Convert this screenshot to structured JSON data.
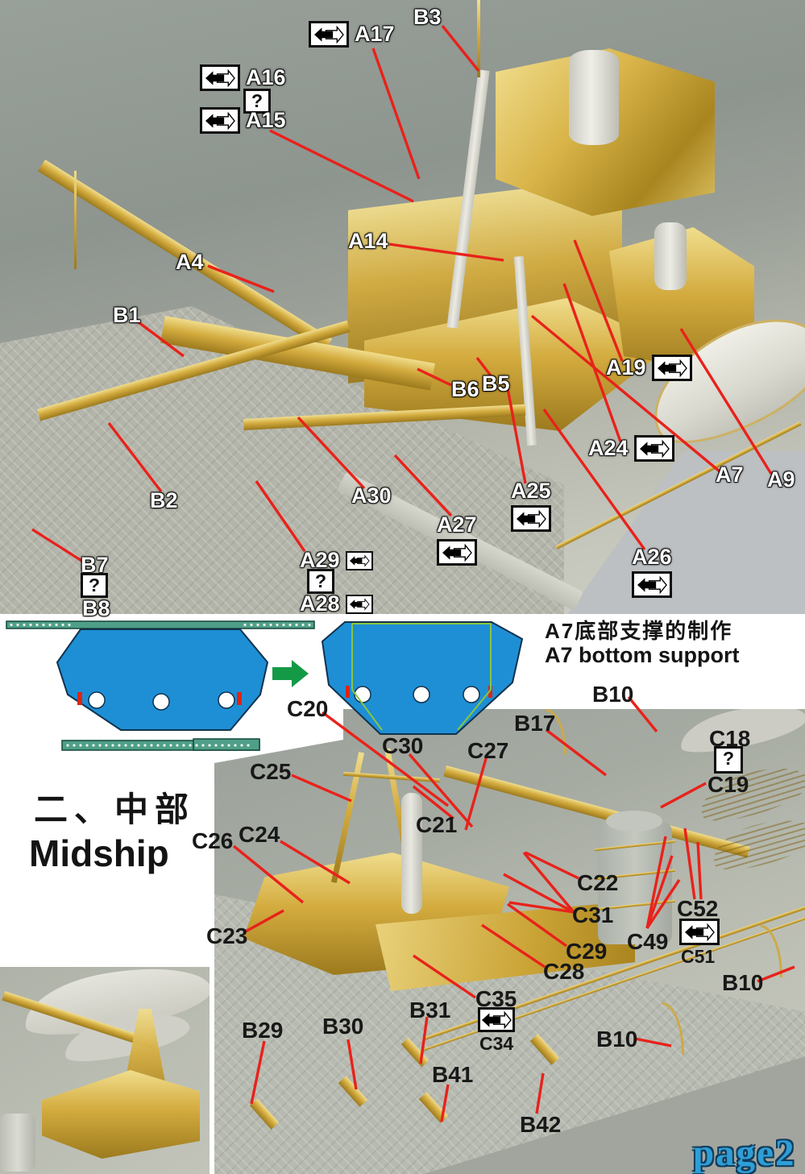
{
  "page": {
    "footer_label": "page2"
  },
  "section_heading": {
    "zh": "二、中部",
    "en": "Midship"
  },
  "support_note": {
    "zh": "A7底部支撑的制作",
    "en": "A7 bottom support"
  },
  "icons": {
    "fold_icon": "fold-left-right-arrow",
    "question_mark": "?"
  },
  "colors": {
    "diagram_blue": "#1e8fd5",
    "strip_teal": "#4f9f88",
    "arrow_green": "#149a47",
    "leader_red": "#e8221b",
    "brass_gold": "#d2ab3f",
    "label_white": "#ffffff",
    "label_black": "#181818",
    "page_label_blue": "#2d9fd6"
  },
  "part_labels": {
    "A4": "A4",
    "A7": "A7",
    "A9": "A9",
    "A14": "A14",
    "A15": "A15",
    "A16": "A16",
    "A17": "A17",
    "A19": "A19",
    "A24": "A24",
    "A25": "A25",
    "A26": "A26",
    "A27": "A27",
    "A28": "A28",
    "A29": "A29",
    "A30": "A30",
    "B1": "B1",
    "B2": "B2",
    "B3": "B3",
    "B5": "B5",
    "B6": "B6",
    "B7": "B7",
    "B8": "B8",
    "B10": "B10",
    "B17": "B17",
    "B29": "B29",
    "B30": "B30",
    "B31": "B31",
    "B41": "B41",
    "B42": "B42",
    "C18": "C18",
    "C19": "C19",
    "C20": "C20",
    "C21": "C21",
    "C22": "C22",
    "C23": "C23",
    "C24": "C24",
    "C25": "C25",
    "C26": "C26",
    "C27": "C27",
    "C28": "C28",
    "C29": "C29",
    "C30": "C30",
    "C31": "C31",
    "C34": "C34",
    "C35": "C35",
    "C49": "C49",
    "C51": "C51",
    "C52": "C52"
  }
}
